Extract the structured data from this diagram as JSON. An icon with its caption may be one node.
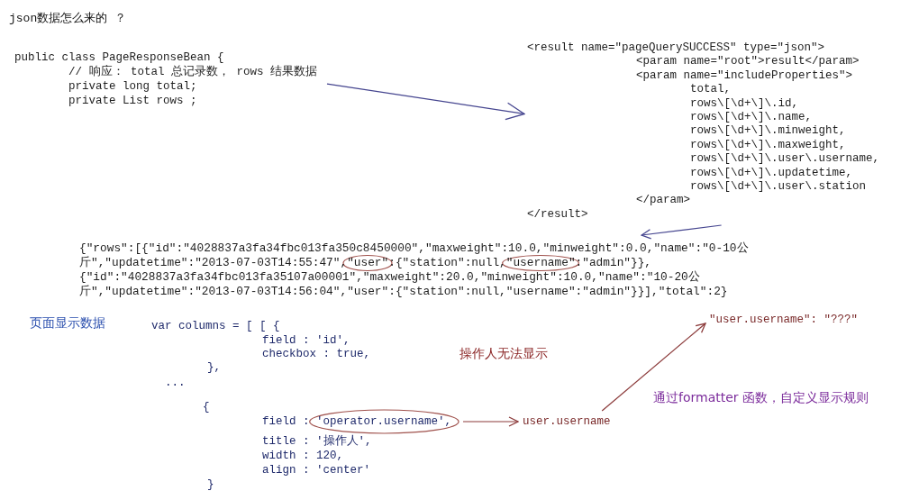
{
  "diagram": {
    "title": "json数据怎么来的 ？",
    "nodes": [
      {
        "text": [
          "public class PageResponseBean {",
          "// 响应： total 总记录数， rows 结果数据",
          "private long total;",
          "private List rows ;"
        ]
      },
      {
        "text": [
          "<result name=\"pageQuerySUCCESS\" type=\"json\">",
          "<param name=\"root\">result</param>",
          "<param name=\"includeProperties\">",
          "total,",
          "rows\\[\\d+\\]\\.id,",
          "rows\\[\\d+\\]\\.name,",
          "rows\\[\\d+\\]\\.minweight,",
          "rows\\[\\d+\\]\\.maxweight,",
          "rows\\[\\d+\\]\\.user\\.username,",
          "rows\\[\\d+\\]\\.updatetime,",
          "rows\\[\\d+\\]\\.user\\.station",
          "</param>",
          "</result>"
        ]
      },
      {
        "text": [
          "{\"rows\":[{\"id\":\"4028837a3fa34fbc013fa350c8450000\",\"maxweight\":10.0,\"minweight\":0.0,\"name\":\"0-10公斤\",\"updatetime\":\"2013-07-03T14:55:47\",\"user\":{\"station\":null,\"username\":\"admin\"}},",
          "{\"id\":\"4028837a3fa34fbc013fa35107a00001\",\"maxweight\":20.0,\"minweight\":10.0,\"name\":\"10-20公斤\",\"updatetime\":\"2013-07-03T14:56:04\",\"user\":{\"station\":null,\"username\":\"admin\"}}],\"total\":2}"
        ]
      },
      {
        "text": [
          "var columns = [ [ {",
          "field : 'id',",
          "checkbox : true,",
          "},",
          "...",
          "{",
          "field : 'operator.username',",
          "title : '操作人',",
          "width : 120,",
          "align : 'center'",
          "}"
        ]
      },
      {
        "text": [
          "user.username"
        ]
      },
      {
        "text": [
          "\"user.username\": \"???\""
        ]
      }
    ],
    "edges": [
      {
        "from": 0,
        "to": 1,
        "arrow": "to"
      },
      {
        "from": 1,
        "to": 2,
        "arrow": "to"
      },
      {
        "from": 3,
        "to": 4,
        "arrow": "to",
        "color": "#8b3a3a"
      },
      {
        "from": 4,
        "to": 5,
        "arrow": "to",
        "color": "#8b3a3a"
      }
    ],
    "labels": [
      "页面显示数据",
      "操作人无法显示",
      "通过formatter 函数，自定义显示规则"
    ]
  }
}
